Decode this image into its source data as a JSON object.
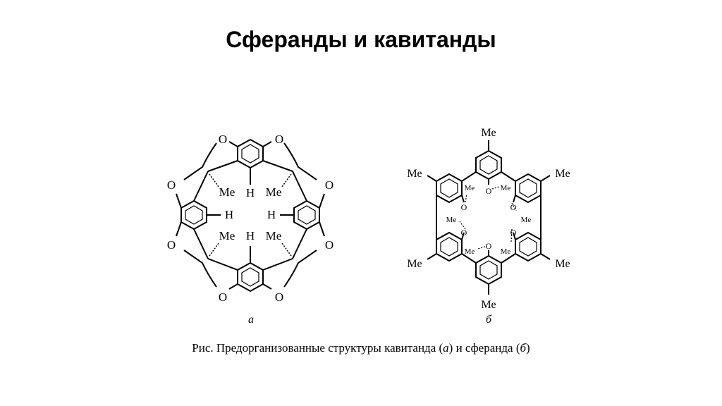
{
  "slide": {
    "title": "Сферанды и кавитанды"
  },
  "structure_a": {
    "label": "а",
    "oxygen": "O",
    "methyl": "Me",
    "hydrogen": "H"
  },
  "structure_b": {
    "label": "б",
    "oxygen": "O",
    "methyl": "Me"
  },
  "caption": {
    "prefix": "Рис.",
    "text": "Предорганизованные структуры кавитанда (",
    "a": "а",
    "middle": ") и сферанда (",
    "b": "б",
    "suffix": ")"
  }
}
